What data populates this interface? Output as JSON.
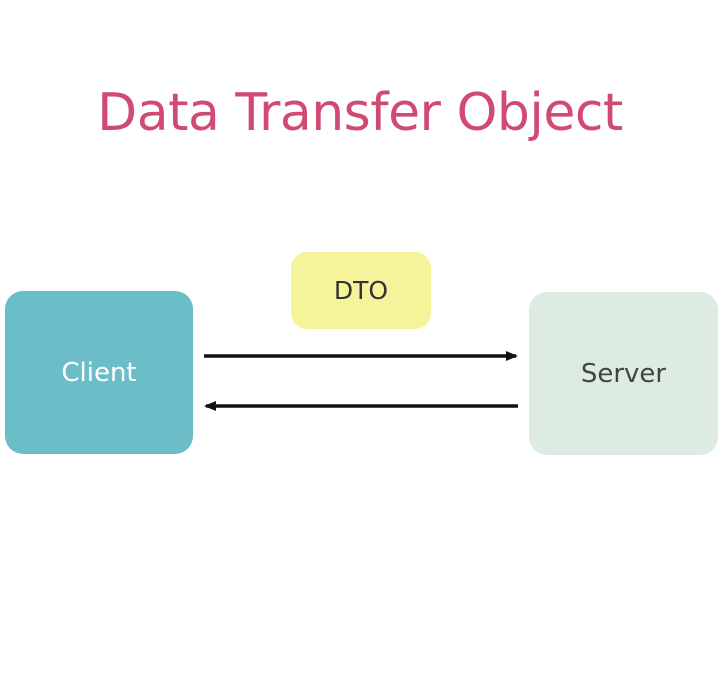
{
  "title": "Data Transfer Object",
  "nodes": {
    "client": {
      "label": "Client"
    },
    "server": {
      "label": "Server"
    },
    "dto": {
      "label": "DTO"
    }
  },
  "edges": [
    {
      "from": "client",
      "to": "server"
    },
    {
      "from": "server",
      "to": "client"
    }
  ],
  "colors": {
    "title": "#d14a72",
    "client_fill": "#6bbec7",
    "client_text": "#ffffff",
    "server_fill": "#dcece2",
    "server_text": "#444444",
    "dto_fill": "#f6f49a",
    "dto_text": "#333333",
    "arrow": "#111111"
  }
}
